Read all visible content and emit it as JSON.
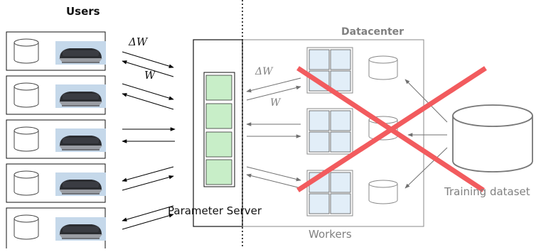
{
  "labels": {
    "users": "Users",
    "datacenter": "Datacenter",
    "parameter_server": "Parameter Server",
    "workers": "Workers",
    "training_dataset": "Training dataset",
    "delta_w": "ΔW",
    "w": "W"
  },
  "colors": {
    "server_cell": "#c8eec8",
    "worker_cell": "#e2eef8",
    "device_bg": "#c5d8ea",
    "cross": "#f25b5e",
    "gray_text": "#808080"
  },
  "icons": [
    "database-icon",
    "laptop-icon",
    "cross-icon"
  ]
}
